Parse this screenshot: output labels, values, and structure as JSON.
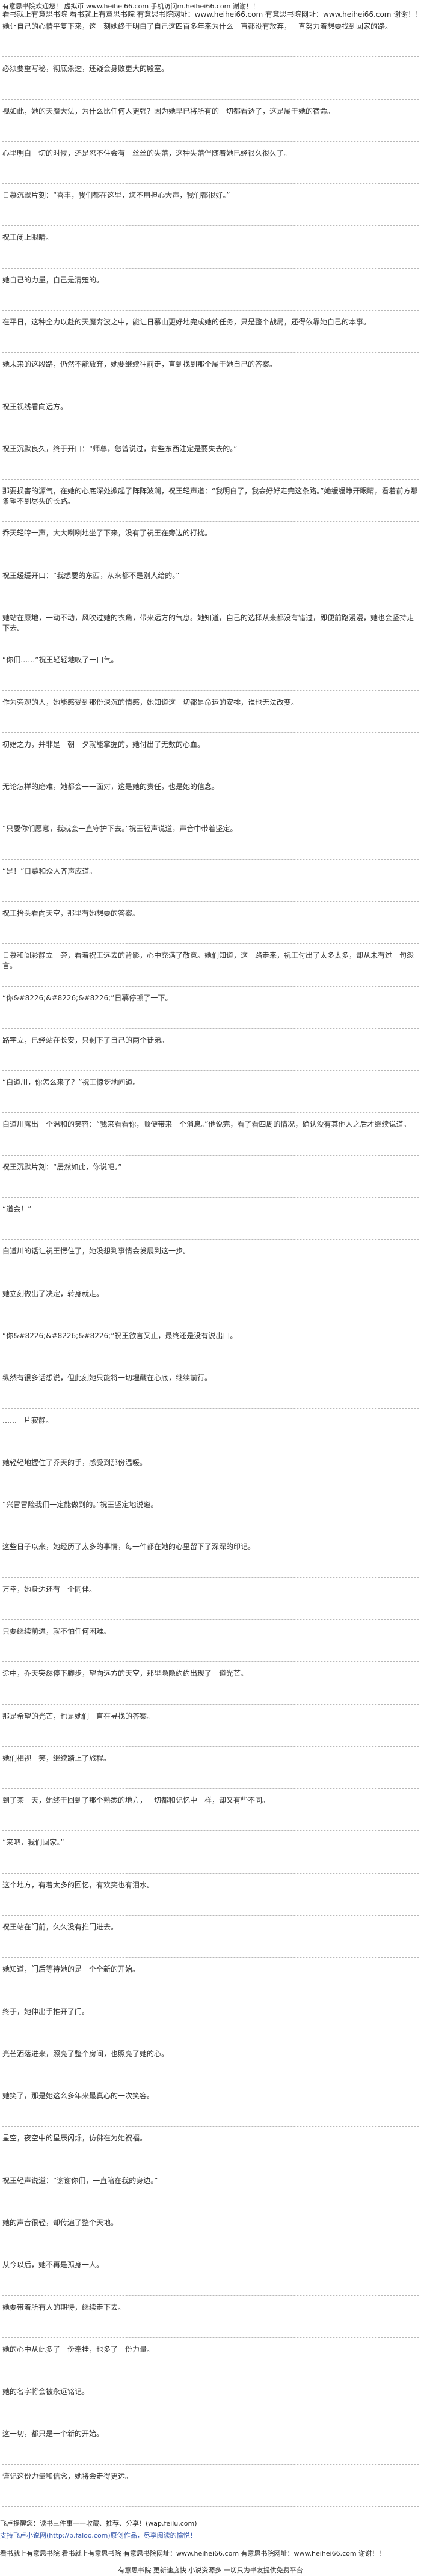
{
  "header": {
    "line1": "有意思书院欢迎您！ 虚拟币 www.heihei66.com 手机访问m.heihei66.com 谢谢！！",
    "line2": "看书就上有意思书院 看书就上有意思书院 有意思书院网址：www.heihei66.com 有意思书院网址：www.heihei66.com 谢谢！！"
  },
  "paragraphs": [
    "她让自己的心情平复下来，这一刻她终于明白了自己这四百多年来为什么一直都没有放弃，一直努力着想要找到回家的路。",
    "必须要重写秘，彻底杀透，还疑会身败更大的殿室。",
    "视如此，她的天魔大法，为什么比任何人更强？因为她早已将所有的一切都看透了，这是属于她的宿命。",
    "心里明白一切的时候，还是忍不住会有一丝丝的失落，这种失落伴随着她已经很久很久了。",
    "日慕沉默片刻：“喜丰，我们都在这里，您不用担心大声，我们都很好。”",
    "祝王闭上眼睛。",
    "她自己的力量，自己是清楚的。",
    "在平日，这种全力以赴的天魔奔波之中，能让日慕山更好地完成她的任务，只是整个战局，还得依靠她自己的本事。",
    "她未来的这段路，仍然不能放弃，她要继续往前走，直到找到那个属于她自己的答案。",
    "祝王视线看向远方。",
    "祝王沉默良久，终于开口：“师尊，您曾说过，有些东西注定是要失去的。”",
    "那要损害的源气，在她的心底深处掀起了阵阵波澜，祝王轻声道：“我明白了，我会好好走完这条路。”她缓缓睁开眼睛，看着前方那条望不到尽头的长路。",
    "乔天轻哼一声，大大咧咧地坐了下来，没有了祝王在旁边的打扰。",
    "祝王缓缓开口：“我想要的东西，从来都不是别人给的。”",
    "她站在原地，一动不动，风吹过她的衣角，带来远方的气息。她知道，自己的选择从来都没有错过，即便前路漫漫，她也会坚持走下去。",
    "“你们……”祝王轻轻地叹了一口气。",
    "作为旁观的人，她能感受到那份深沉的情感，她知道这一切都是命运的安排，谁也无法改变。",
    "初始之力，并非是一朝一夕就能掌握的，她付出了无数的心血。",
    "无论怎样的磨难，她都会一一面对，这是她的责任，也是她的信念。",
    "“只要你们愿意，我就会一直守护下去。”祝王轻声说道，声音中带着坚定。",
    "“是！”日慕和众人齐声应道。",
    "祝王抬头看向天空，那里有她想要的答案。",
    "日慕和阎彩静立一旁，看着祝王远去的背影，心中充满了敬意。她们知道，这一路走来，祝王付出了太多太多，却从未有过一句怨言。",
    "“你&#8226;&#8226;&#8226;”日慕停顿了一下。",
    "路宇立，已经站在长安，只剩下了自己的两个徒弟。",
    "“白道川，你怎么来了？”祝王惊讶地问道。",
    "白道川露出一个温和的笑容：“我来看看你，顺便带来一个消息。”他说完，看了看四周的情况，确认没有其他人之后才继续说道。",
    "祝王沉默片刻：“居然如此，你说吧。”",
    "“道会！”",
    "白道川的话让祝王愣住了，她没想到事情会发展到这一步。",
    "她立刻做出了决定，转身就走。",
    "“你&#8226;&#8226;&#8226;”祝王欲言又止，最终还是没有说出口。",
    "纵然有很多话想说，但此刻她只能将一切埋藏在心底，继续前行。",
    "……一片寂静。",
    "她轻轻地握住了乔天的手，感受到那份温暖。",
    "“兴冒冒险我们一定能做到的。”祝王坚定地说道。",
    "这些日子以来，她经历了太多的事情，每一件都在她的心里留下了深深的印记。",
    "万幸，她身边还有一个同伴。",
    "只要继续前进，就不怕任何困难。",
    "途中，乔天突然停下脚步，望向远方的天空，那里隐隐约约出现了一道光芒。",
    "那是希望的光芒，也是她们一直在寻找的答案。",
    "她们相视一笑，继续踏上了旅程。",
    "到了某一天，她终于回到了那个熟悉的地方，一切都和记忆中一样，却又有些不同。",
    "“来吧，我们回家。”",
    "这个地方，有着太多的回忆，有欢笑也有泪水。",
    "祝王站在门前，久久没有推门进去。",
    "她知道，门后等待她的是一个全新的开始。",
    "终于，她伸出手推开了门。",
    "光芒洒落进来，照亮了整个房间，也照亮了她的心。",
    "她笑了，那是她这么多年来最真心的一次笑容。",
    "星空，夜空中的星辰闪烁，仿佛在为她祝福。",
    "祝王轻声说道：“谢谢你们，一直陪在我的身边。”",
    "她的声音很轻，却传遍了整个天地。",
    "从今以后，她不再是孤身一人。",
    "她要带着所有人的期待，继续走下去。",
    "她的心中从此多了一份牵挂，也多了一份力量。",
    "她的名字将会被永远铭记。",
    "这一切，都只是一个新的开始。",
    "谨记这份力量和信念，她将会走得更远。"
  ],
  "footer": {
    "promo": "飞卢提醒您：读书三件事——收藏、推荐、分享！(wap.feilu.com)",
    "promo2": "支持飞卢小说网(http://b.faloo.com)原创作品，尽享阅读的愉悦！",
    "bar": "看书就上有意思书院 看书就上有意思书院 有意思书院网址：www.heihei66.com 有意思书院网址：www.heihei66.com 谢谢！！",
    "bottom": "有意思书院 更新速度快 小说资源多 一切只为书友提供免费平台"
  }
}
